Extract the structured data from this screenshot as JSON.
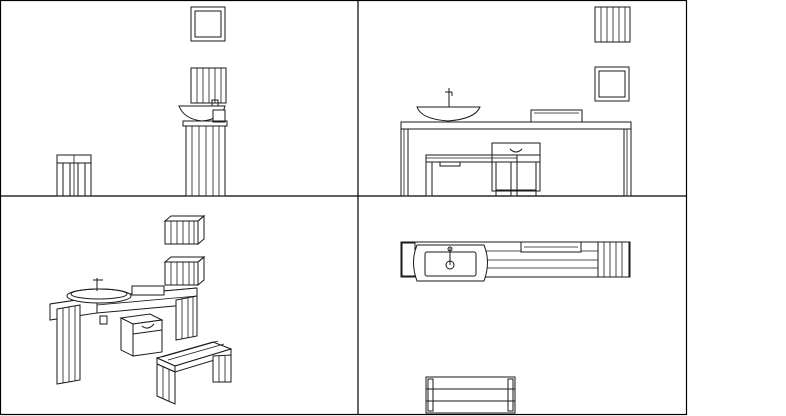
{
  "drawing": {
    "views": [
      {
        "id": "side-view"
      },
      {
        "id": "front-view"
      },
      {
        "id": "isometric-view"
      },
      {
        "id": "top-view"
      }
    ]
  }
}
